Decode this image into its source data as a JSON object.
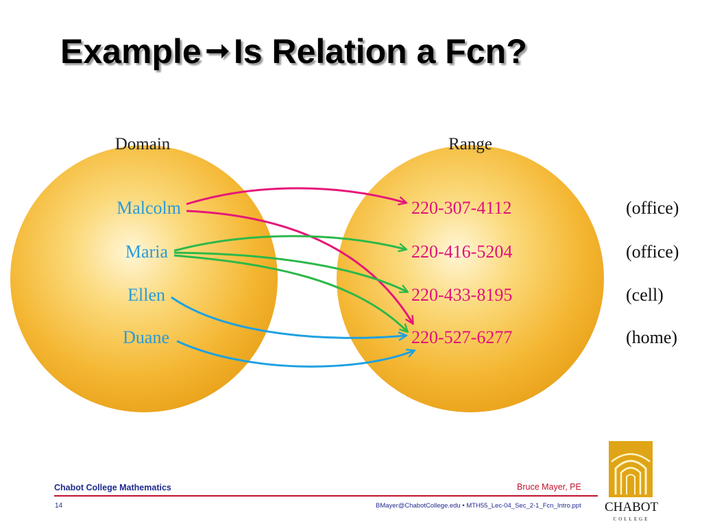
{
  "slide": {
    "title_before": "Example",
    "title_arrow": "➞",
    "title_after": "Is Relation a Fcn?"
  },
  "diagram": {
    "domain_label": "Domain",
    "range_label": "Range",
    "domain_items": [
      "Malcolm",
      "Maria",
      "Ellen",
      "Duane"
    ],
    "range_items": [
      "220-307-4112",
      "220-416-5204",
      "220-433-8195",
      "220-527-6277"
    ],
    "range_notes": [
      "(office)",
      "(office)",
      "(cell)",
      "(home)"
    ],
    "mappings": [
      {
        "from": "Malcolm",
        "to": "220-307-4112"
      },
      {
        "from": "Malcolm",
        "to": "220-527-6277"
      },
      {
        "from": "Maria",
        "to": "220-416-5204"
      },
      {
        "from": "Maria",
        "to": "220-433-8195"
      },
      {
        "from": "Maria",
        "to": "220-527-6277"
      },
      {
        "from": "Ellen",
        "to": "220-527-6277"
      },
      {
        "from": "Duane",
        "to": "220-527-6277"
      }
    ],
    "colors": {
      "domain_text": "#2b9ad8",
      "range_text": "#e0117a",
      "malcolm_arrow": "#e6177a",
      "maria_arrow": "#2cb84a",
      "ellen_duane_arrow": "#1fa1e0",
      "circle_fill": "#f6c24a"
    }
  },
  "footer": {
    "left": "Chabot College Mathematics",
    "right": "Bruce Mayer, PE",
    "page_number": "14",
    "file": "BMayer@ChabotCollege.edu • MTH55_Lec-04_Sec_2-1_Fcn_Intro.ppt"
  },
  "logo": {
    "name": "CHABOT",
    "sub": "COLLEGE"
  }
}
